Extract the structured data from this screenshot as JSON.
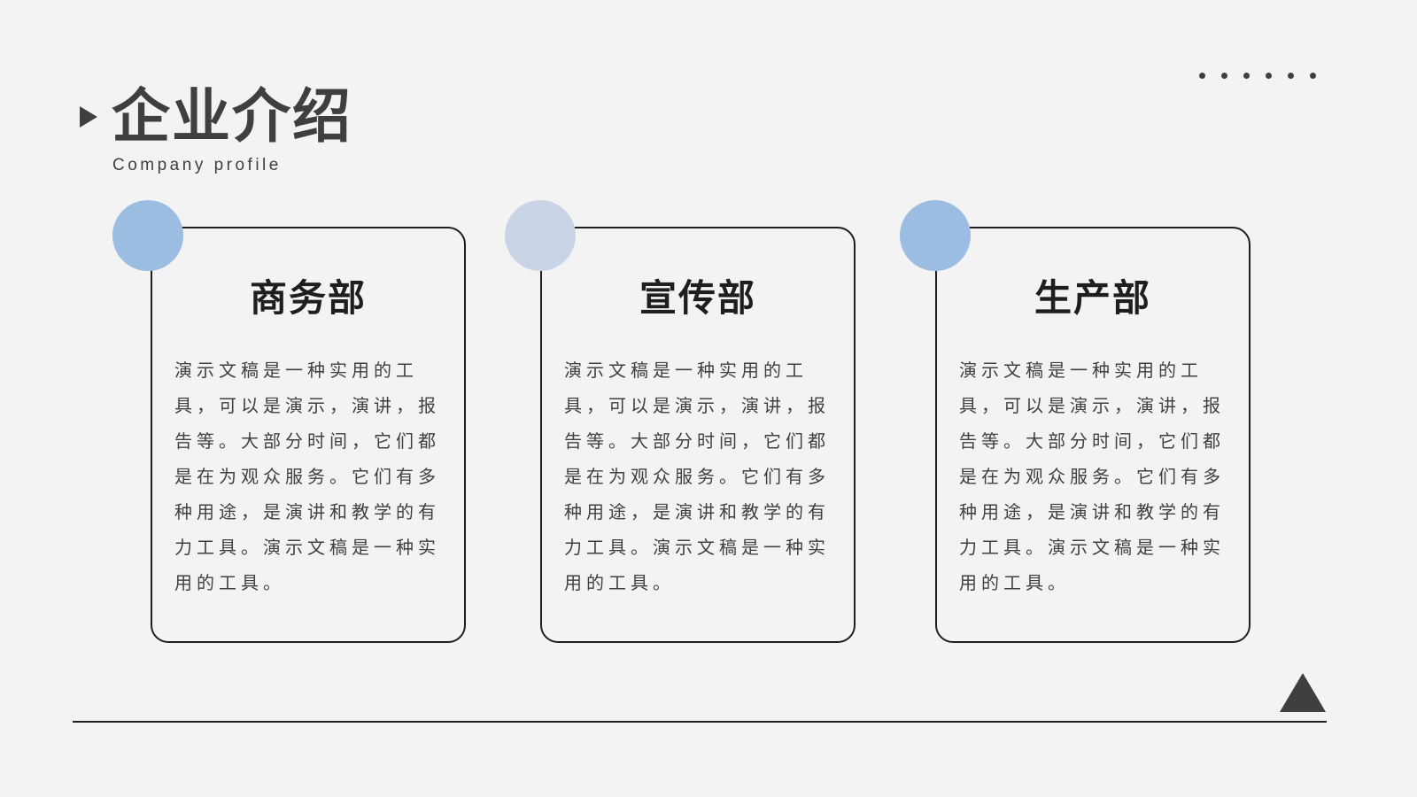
{
  "header": {
    "title": "企业介绍",
    "subtitle": "Company profile"
  },
  "cards": [
    {
      "title": "商务部",
      "body": "演示文稿是一种实用的工具，可以是演示，演讲，报告等。大部分时间，它们都是在为观众服务。它们有多种用途，是演讲和教学的有力工具。演示文稿是一种实用的工具。",
      "circle_color": "#9bbde2"
    },
    {
      "title": "宣传部",
      "body": "演示文稿是一种实用的工具，可以是演示，演讲，报告等。大部分时间，它们都是在为观众服务。它们有多种用途，是演讲和教学的有力工具。演示文稿是一种实用的工具。",
      "circle_color": "#c9d5e6"
    },
    {
      "title": "生产部",
      "body": "演示文稿是一种实用的工具，可以是演示，演讲，报告等。大部分时间，它们都是在为观众服务。它们有多种用途，是演讲和教学的有力工具。演示文稿是一种实用的工具。",
      "circle_color": "#9bbde2"
    }
  ],
  "colors": {
    "background": "#f3f3f3",
    "text_dark": "#3f3f3f",
    "border": "#1e1e1e"
  }
}
